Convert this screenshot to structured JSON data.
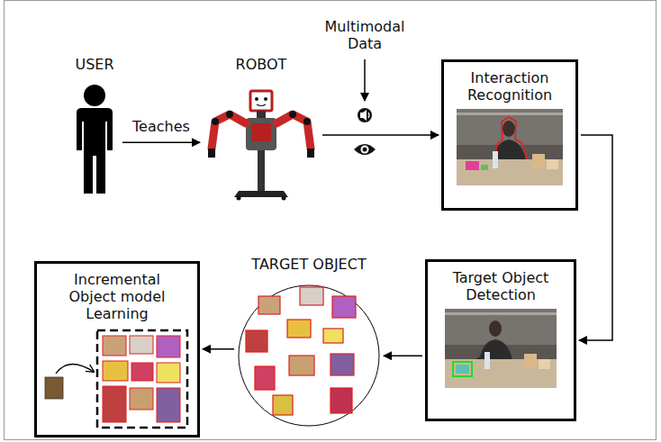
{
  "diagram": {
    "nodes": [
      {
        "text": [
          "USER"
        ]
      },
      {
        "text": [
          "ROBOT"
        ]
      },
      {
        "text": [
          "Interaction Recognition"
        ]
      },
      {
        "text": [
          "Target Object Detection"
        ]
      },
      {
        "text": [
          "TARGET OBJECT"
        ]
      },
      {
        "text": [
          "Incremental Object model Learning"
        ]
      }
    ],
    "edges": [
      {
        "from": 0,
        "to": 1,
        "arrow": "to",
        "label": "Teaches"
      },
      {
        "from": 1,
        "to": 2,
        "arrow": "to"
      },
      {
        "from": 2,
        "to": 3,
        "arrow": "to"
      },
      {
        "from": 3,
        "to": 4,
        "arrow": "to"
      },
      {
        "from": 4,
        "to": 5,
        "arrow": "to"
      }
    ],
    "labels": [
      "Multimodal Data"
    ]
  }
}
